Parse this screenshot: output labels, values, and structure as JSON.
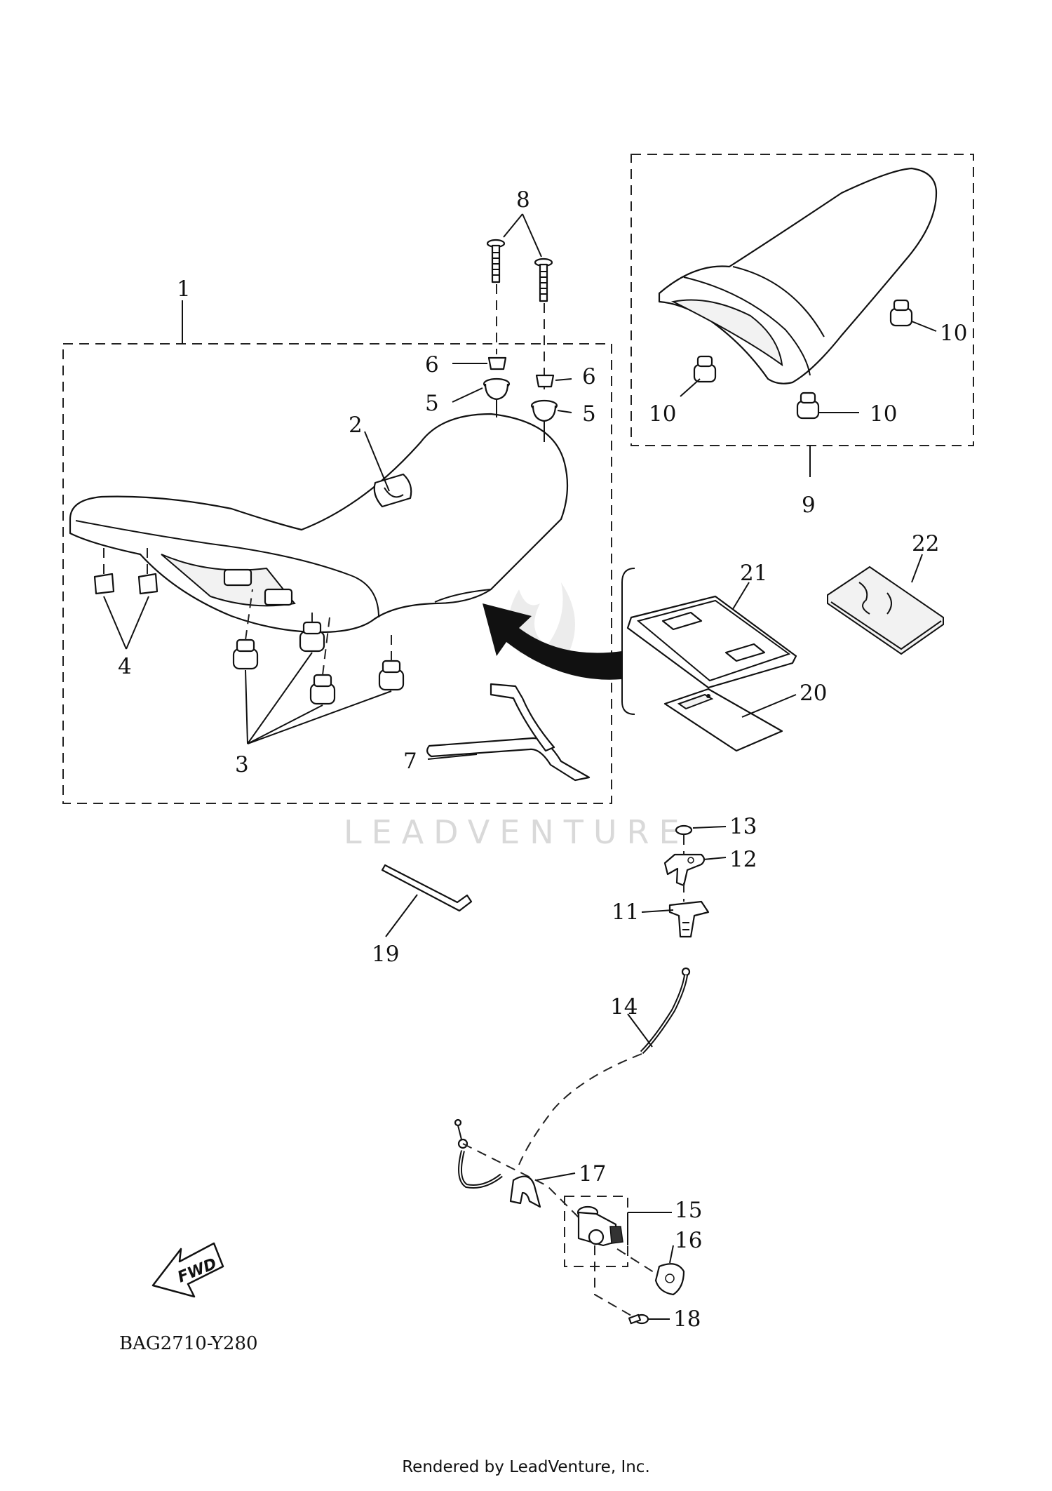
{
  "diagram": {
    "callouts": [
      {
        "id": "c1",
        "text": "1"
      },
      {
        "id": "c2",
        "text": "2"
      },
      {
        "id": "c3",
        "text": "3"
      },
      {
        "id": "c4",
        "text": "4"
      },
      {
        "id": "c5a",
        "text": "5"
      },
      {
        "id": "c5b",
        "text": "5"
      },
      {
        "id": "c6a",
        "text": "6"
      },
      {
        "id": "c6b",
        "text": "6"
      },
      {
        "id": "c7",
        "text": "7"
      },
      {
        "id": "c8",
        "text": "8"
      },
      {
        "id": "c9",
        "text": "9"
      },
      {
        "id": "c10a",
        "text": "10"
      },
      {
        "id": "c10b",
        "text": "10"
      },
      {
        "id": "c10c",
        "text": "10"
      },
      {
        "id": "c11",
        "text": "11"
      },
      {
        "id": "c12",
        "text": "12"
      },
      {
        "id": "c13",
        "text": "13"
      },
      {
        "id": "c14",
        "text": "14"
      },
      {
        "id": "c15",
        "text": "15"
      },
      {
        "id": "c16",
        "text": "16"
      },
      {
        "id": "c17",
        "text": "17"
      },
      {
        "id": "c18",
        "text": "18"
      },
      {
        "id": "c19",
        "text": "19"
      },
      {
        "id": "c20",
        "text": "20"
      },
      {
        "id": "c21",
        "text": "21"
      },
      {
        "id": "c22",
        "text": "22"
      }
    ],
    "fwd_label": "FWD",
    "diagram_code": "BAG2710-Y280",
    "watermark": "LEADVENTURE"
  },
  "footer": {
    "text": "Rendered by LeadVenture, Inc."
  }
}
